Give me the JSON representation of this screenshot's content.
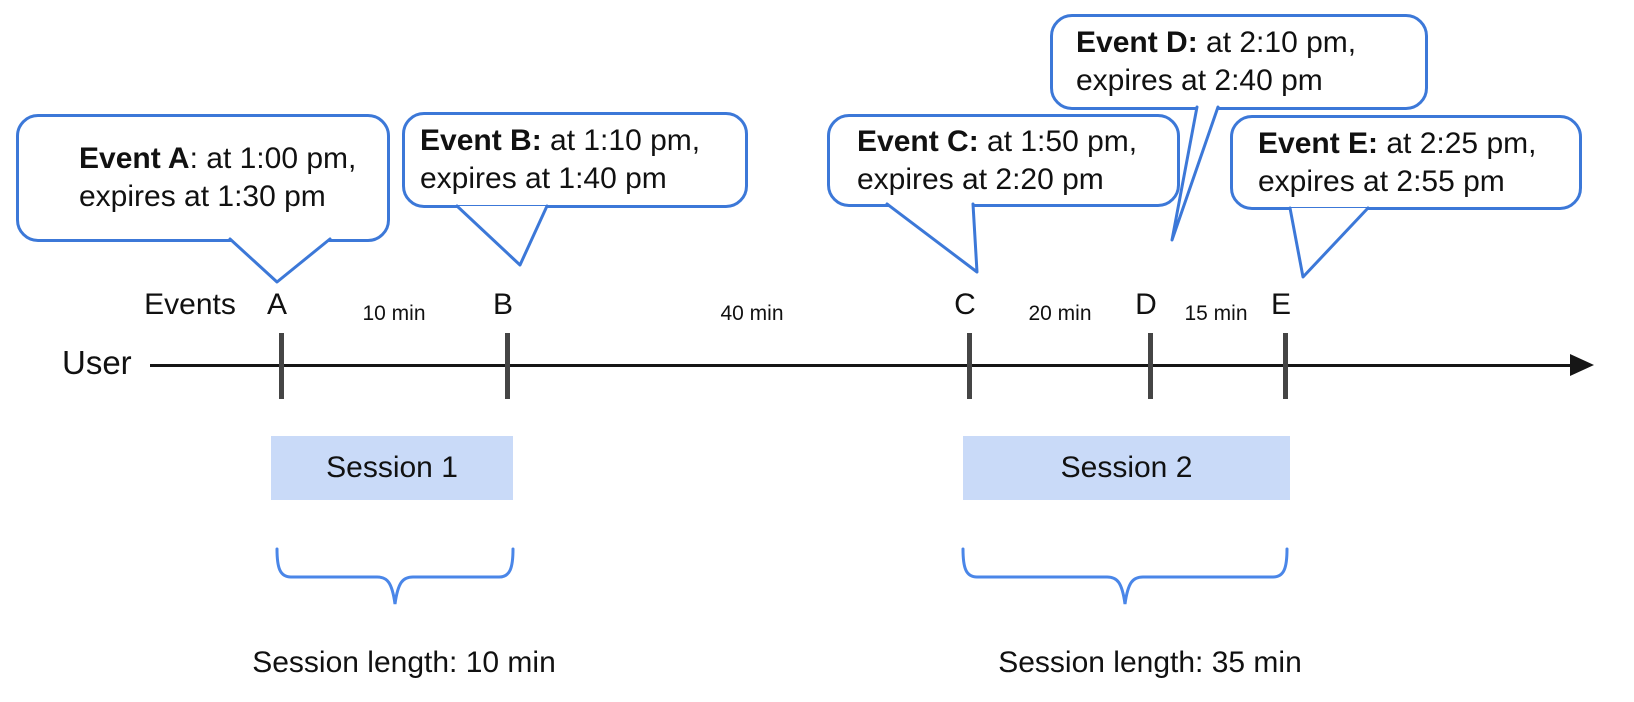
{
  "diagram": {
    "user_label": "User",
    "events_axis_label": "Events",
    "events": [
      {
        "tick_label": "A",
        "bold": "Event A",
        "rest": ": at 1:00 pm,",
        "line2": "expires at 1:30 pm"
      },
      {
        "tick_label": "B",
        "bold": "Event B:",
        "rest": " at 1:10 pm,",
        "line2": "expires at 1:40 pm"
      },
      {
        "tick_label": "C",
        "bold": "Event C:",
        "rest": " at 1:50 pm,",
        "line2": "expires at 2:20 pm"
      },
      {
        "tick_label": "D",
        "bold": "Event D:",
        "rest": " at 2:10 pm,",
        "line2": "expires at 2:40 pm"
      },
      {
        "tick_label": "E",
        "bold": "Event E:",
        "rest": " at 2:25 pm,",
        "line2": "expires at 2:55 pm"
      }
    ],
    "intervals": [
      {
        "label": "10 min"
      },
      {
        "label": "40 min"
      },
      {
        "label": "20 min"
      },
      {
        "label": "15 min"
      }
    ],
    "sessions": [
      {
        "label": "Session 1",
        "length_label": "Session length: 10 min"
      },
      {
        "label": "Session 2",
        "length_label": "Session length: 35 min"
      }
    ],
    "colors": {
      "bubble_border": "#3c78d8",
      "brace": "#4a86e8",
      "session_fill": "#c9daf8",
      "tick": "#454545",
      "line": "#161616",
      "text": "#111111"
    }
  }
}
